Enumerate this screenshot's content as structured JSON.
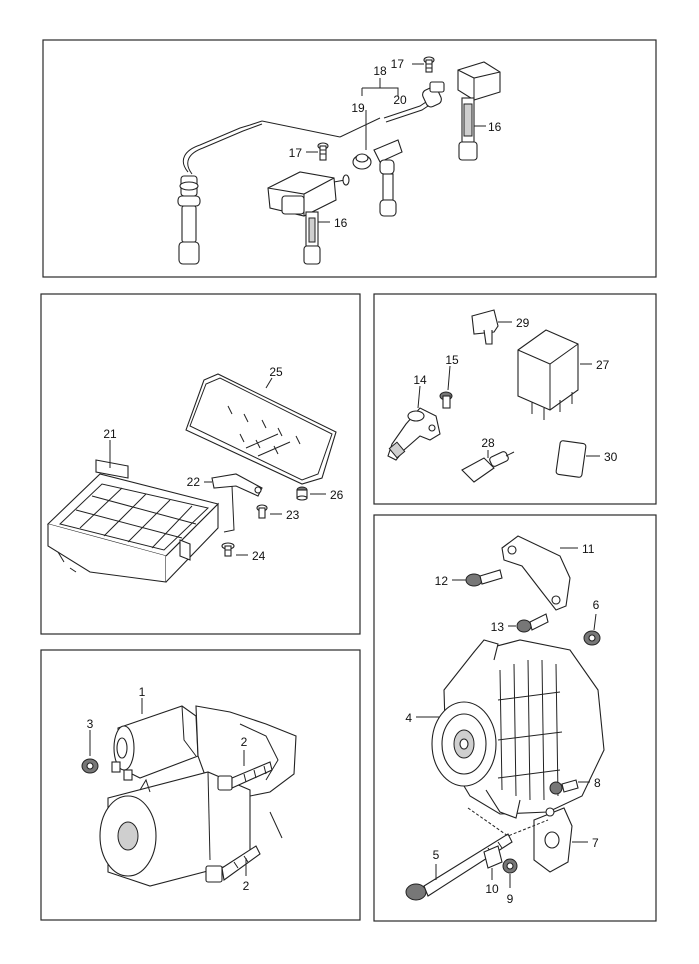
{
  "diagram": {
    "callouts": {
      "c1": "1",
      "c2a": "2",
      "c2b": "2",
      "c3": "3",
      "c4": "4",
      "c5": "5",
      "c6": "6",
      "c7": "7",
      "c8": "8",
      "c9": "9",
      "c10": "10",
      "c11": "11",
      "c12": "12",
      "c13": "13",
      "c14": "14",
      "c15": "15",
      "c16a": "16",
      "c16b": "16",
      "c17a": "17",
      "c17b": "17",
      "c18": "18",
      "c19": "19",
      "c20": "20",
      "c21": "21",
      "c22": "22",
      "c23": "23",
      "c24": "24",
      "c25": "25",
      "c26": "26",
      "c27": "27",
      "c28": "28",
      "c29": "29",
      "c30": "30"
    }
  }
}
